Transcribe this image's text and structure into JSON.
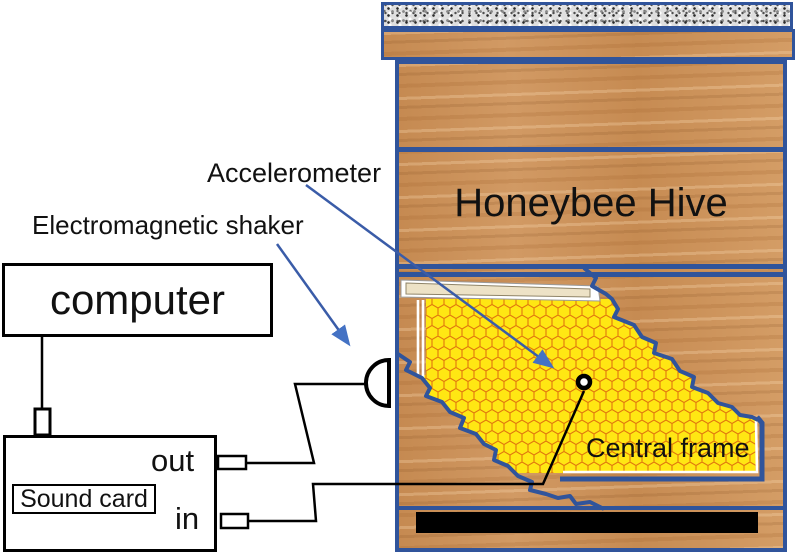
{
  "figure": {
    "labels": {
      "accelerometer": "Accelerometer",
      "shaker": "Electromagnetic shaker",
      "computer": "computer",
      "sound_card": "Sound card",
      "port_out": "out",
      "port_in": "in",
      "hive_title": "Honeybee Hive",
      "central_frame": "Central frame"
    },
    "colors": {
      "structure_blue": "#30549B",
      "arrow_blue": "#4472C4",
      "comb_yellow": "#FFE713",
      "comb_line_orange": "#E0760E",
      "wood_brown": "#CE9258",
      "frame_bar_cream": "#EDE2C6",
      "entrance_black": "#000000",
      "wire_black": "#000000",
      "cover_speckle_gray": "#DFDFDF",
      "frame_edge_white": "#FFFFFF"
    }
  }
}
